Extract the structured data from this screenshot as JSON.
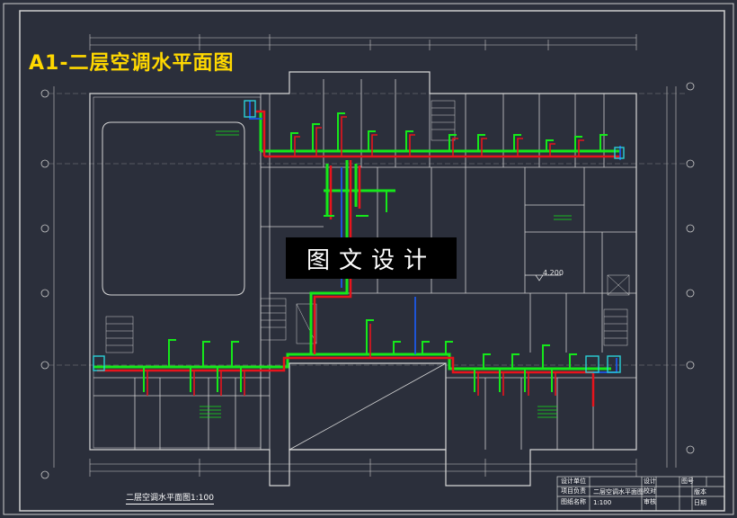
{
  "drawing": {
    "title": "A1-二层空调水平面图",
    "watermark": "图文设计",
    "caption": "二层空调水平面图1:100",
    "elevation": "4.200"
  },
  "title_block": {
    "left_cells": [
      "设计单位",
      "项目负责",
      "图纸名称"
    ],
    "drawing_name": "二层空调水平面图",
    "scale": "1:100",
    "right_cells": [
      "设计",
      "校对",
      "审核",
      "图号"
    ],
    "mid_labels": [
      "版本",
      "日期"
    ]
  },
  "colors": {
    "background": "#2b2f3b",
    "supply_pipe": "#e8141c",
    "return_pipe": "#15e81a",
    "condensate_pipe": "#1c58e8",
    "walls": "#d6d6d6",
    "title": "#ffd800",
    "watermark_bg": "#000000"
  }
}
